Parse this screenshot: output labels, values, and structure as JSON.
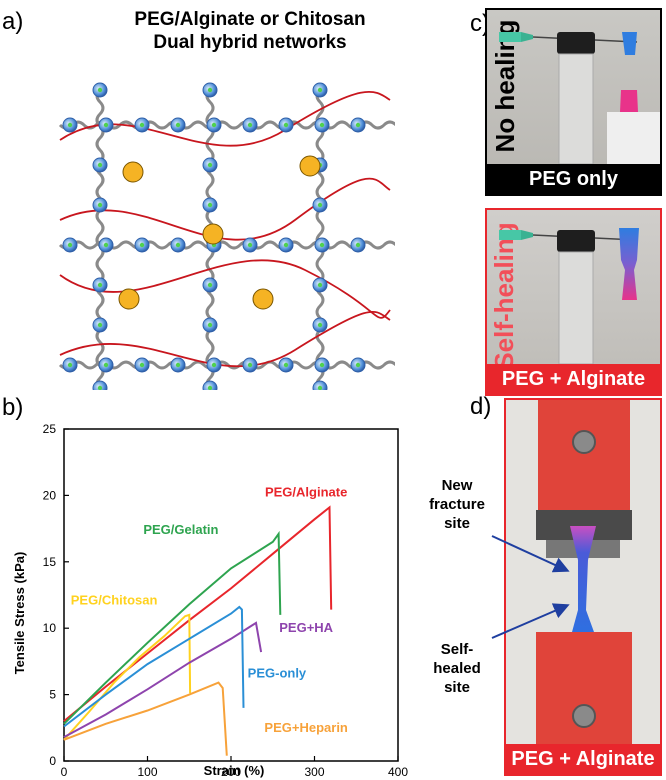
{
  "panels": {
    "a": {
      "label": "a)",
      "title_line1": "PEG/Alginate or Chitosan",
      "title_line2": "Dual hybrid networks"
    },
    "b": {
      "label": "b)"
    },
    "c": {
      "label": "c)",
      "top_side_text": "No healing",
      "top_caption": "PEG only",
      "bottom_side_text": "Self-healing",
      "bottom_caption": "PEG + Alginate"
    },
    "d": {
      "label": "d)",
      "annotation_top": [
        "New",
        "fracture",
        "site"
      ],
      "annotation_bottom": [
        "Self-",
        "healed",
        "site"
      ],
      "caption": "PEG + Alginate"
    }
  },
  "colors": {
    "red": "#e8262c",
    "green": "#2ea44f",
    "yellow": "#ffd21f",
    "purple": "#8e44ad",
    "blue": "#2a8fd6",
    "orange": "#f7a23a",
    "gold_bead": "#f5b324",
    "bead_blue": "#4f8fd8"
  },
  "chart_data": {
    "type": "line",
    "xlabel": "Strain (%)",
    "ylabel": "Tensile Stress (kPa)",
    "xlim": [
      0,
      400
    ],
    "ylim": [
      0,
      25
    ],
    "xticks": [
      0,
      100,
      200,
      300,
      400
    ],
    "yticks": [
      0,
      5,
      10,
      15,
      20,
      25
    ],
    "grid": false,
    "series": [
      {
        "name": "PEG/Alginate",
        "color": "#e8262c",
        "x": [
          0,
          50,
          100,
          150,
          200,
          250,
          300,
          318,
          320
        ],
        "y": [
          3.0,
          5.6,
          8.1,
          10.6,
          13.0,
          15.6,
          18.2,
          19.1,
          11.4
        ]
      },
      {
        "name": "PEG/Gelatin",
        "color": "#2ea44f",
        "x": [
          0,
          50,
          100,
          150,
          200,
          250,
          257,
          259
        ],
        "y": [
          2.8,
          5.9,
          8.9,
          11.8,
          14.5,
          16.5,
          17.1,
          11.0
        ]
      },
      {
        "name": "PEG/Chitosan",
        "color": "#ffd21f",
        "x": [
          0,
          30,
          60,
          90,
          120,
          145,
          150,
          151
        ],
        "y": [
          1.6,
          3.7,
          5.9,
          7.8,
          9.4,
          10.9,
          11.0,
          5.1
        ]
      },
      {
        "name": "PEG+HA",
        "color": "#8e44ad",
        "x": [
          0,
          50,
          100,
          150,
          200,
          225,
          230,
          236
        ],
        "y": [
          1.8,
          3.5,
          5.4,
          7.4,
          9.2,
          10.2,
          10.4,
          8.2
        ]
      },
      {
        "name": "PEG-only",
        "color": "#2a8fd6",
        "x": [
          0,
          50,
          100,
          150,
          200,
          210,
          213,
          215
        ],
        "y": [
          2.6,
          5.0,
          7.3,
          9.2,
          11.1,
          11.6,
          11.4,
          4.0
        ]
      },
      {
        "name": "PEG+Heparin",
        "color": "#f7a23a",
        "x": [
          0,
          50,
          100,
          150,
          185,
          190,
          195
        ],
        "y": [
          1.6,
          2.8,
          3.8,
          5.0,
          5.9,
          5.5,
          0.4
        ]
      }
    ],
    "labels": [
      {
        "text": "PEG/Alginate",
        "x": 290,
        "y": 19.9,
        "color": "#e8262c"
      },
      {
        "text": "PEG/Gelatin",
        "x": 140,
        "y": 17.1,
        "color": "#2ea44f"
      },
      {
        "text": "PEG/Chitosan",
        "x": 60,
        "y": 11.8,
        "color": "#ffd21f"
      },
      {
        "text": "PEG+HA",
        "x": 290,
        "y": 9.7,
        "color": "#8e44ad"
      },
      {
        "text": "PEG-only",
        "x": 255,
        "y": 6.3,
        "color": "#2a8fd6"
      },
      {
        "text": "PEG+Heparin",
        "x": 290,
        "y": 2.2,
        "color": "#f7a23a"
      }
    ]
  }
}
